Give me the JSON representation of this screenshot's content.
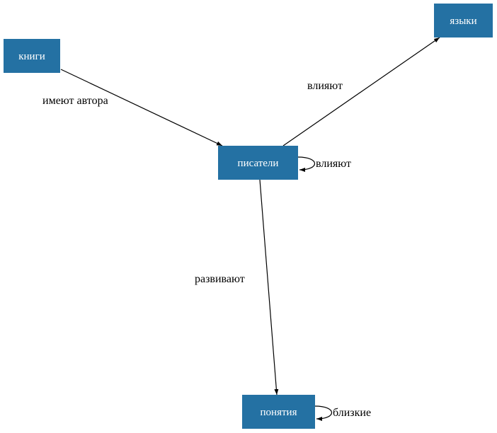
{
  "node_color": "#2471a3",
  "nodes": {
    "books": "книги",
    "writers": "писатели",
    "languages": "языки",
    "concepts": "понятия"
  },
  "edges": {
    "books_writers": "имеют автора",
    "writers_languages": "влияют",
    "writers_self": "влияют",
    "writers_concepts": "развивают",
    "concepts_self": "близкие"
  }
}
